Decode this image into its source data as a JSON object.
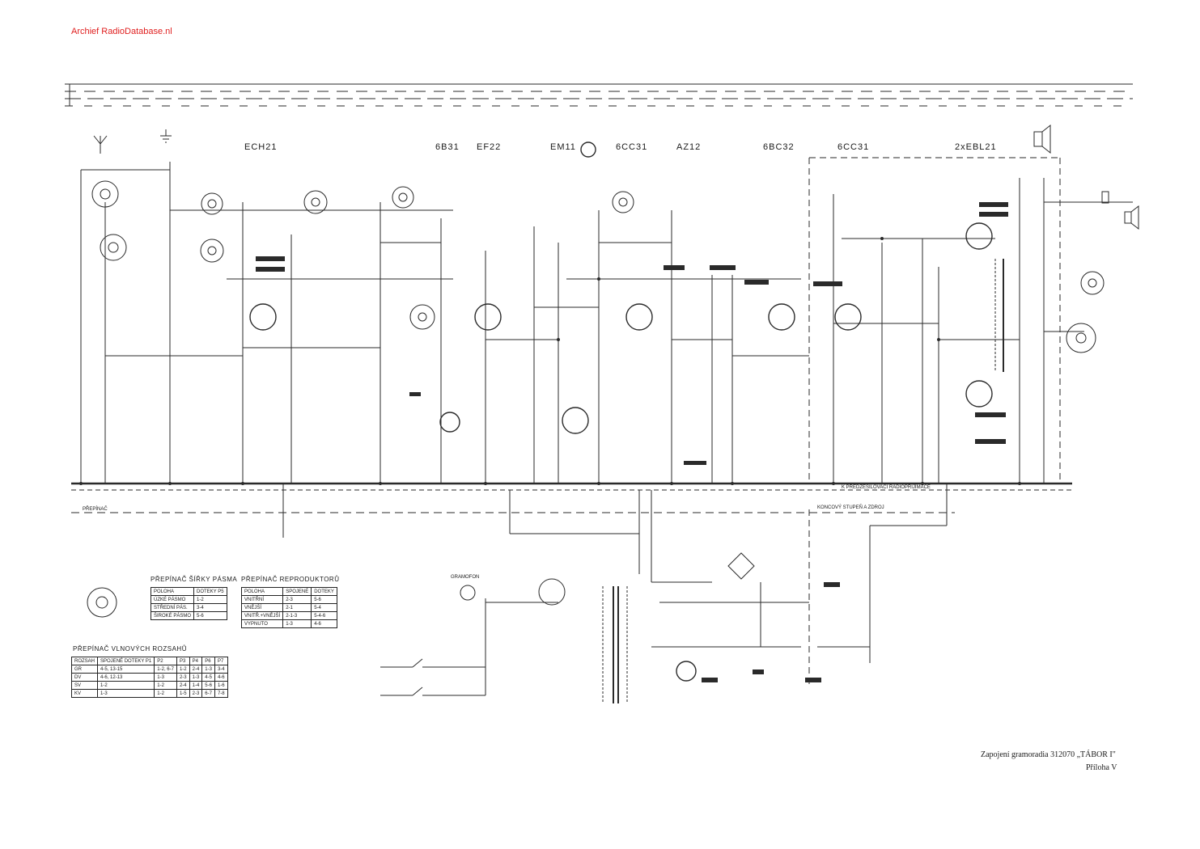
{
  "watermark": "Archief RadioDatabase.nl",
  "tubes": [
    "ECH21",
    "6B31",
    "EF22",
    "EM11",
    "6CC31",
    "AZ12",
    "6BC32",
    "6CC31",
    "2xEBL21"
  ],
  "caption": {
    "line1": "Zapojení gramoradia 312070 „TÁBOR I\"",
    "line2": "Příloha V"
  },
  "labels": {
    "prepinac": "PŘEPÍNAČ",
    "gramofon": "GRAMOFON",
    "bus1": "K PŘEDZESILOVAČI RADIOPŘIJÍMAČE",
    "bus2": "KONCOVÝ STUPEŇ A ZDROJ"
  },
  "table_bandwidth": {
    "title": "PŘEPÍNAČ ŠÍŘKY PÁSMA",
    "header": [
      "POLOHA",
      "DOTEKY P5"
    ],
    "rows": [
      [
        "ÚZKÉ PÁSMO",
        "1-2"
      ],
      [
        "STŘEDNÍ PÁS.",
        "3-4"
      ],
      [
        "ŠIROKÉ PÁSMO",
        "5-6"
      ]
    ]
  },
  "table_speakers": {
    "title": "PŘEPÍNAČ REPRODUKTORŮ",
    "header": [
      "POLOHA",
      "SPOJENÉ",
      "DOTEKY"
    ],
    "rows": [
      [
        "VNITŘNÍ",
        "2-3",
        "5-6"
      ],
      [
        "VNĚJŠÍ",
        "2-1",
        "5-4"
      ],
      [
        "VNITŘ.+VNĚJŠÍ",
        "2-1-3",
        "5-4-6"
      ],
      [
        "VYPNUTO",
        "1-3",
        "4-6"
      ]
    ]
  },
  "table_bands": {
    "title": "PŘEPÍNAČ VLNOVÝCH ROZSAHŮ",
    "header": [
      "ROZSAH",
      "SPOJENÉ DOTEKY P1",
      "P2",
      "P3",
      "P4",
      "P6",
      "P7"
    ],
    "rows": [
      [
        "GR",
        "4-5, 13-15",
        "1-2, 6-7",
        "1-2",
        "2-4",
        "1-3",
        "3-4"
      ],
      [
        "DV",
        "4-6, 12-13",
        "1-3",
        "2-3",
        "1-3",
        "4-5",
        "4-6"
      ],
      [
        "SV",
        "1-2",
        "1-2",
        "2-4",
        "1-4",
        "5-6",
        "1-6"
      ],
      [
        "KV",
        "1-3",
        "1-2",
        "1-5",
        "2-3",
        "6-7",
        "7-8"
      ]
    ]
  }
}
